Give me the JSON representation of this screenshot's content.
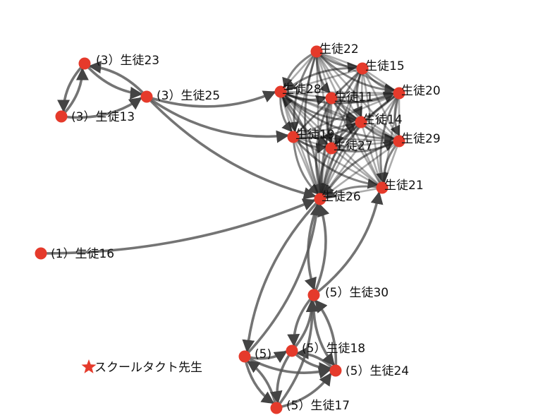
{
  "diagram": {
    "node_color": "#e53a2b",
    "edge_color": "#555555",
    "nodes": [
      {
        "id": "s23",
        "label": "(3）生徒23",
        "shape": "circle"
      },
      {
        "id": "s25",
        "label": "(3）生徒25",
        "shape": "circle"
      },
      {
        "id": "s13",
        "label": "(3）生徒13",
        "shape": "circle"
      },
      {
        "id": "s22",
        "label": "生徒22",
        "shape": "circle"
      },
      {
        "id": "s15",
        "label": "生徒15",
        "shape": "circle"
      },
      {
        "id": "s28",
        "label": "生徒28",
        "shape": "circle"
      },
      {
        "id": "s11",
        "label": "生徒11",
        "shape": "circle"
      },
      {
        "id": "s20",
        "label": "生徒20",
        "shape": "circle"
      },
      {
        "id": "s14",
        "label": "生徒14",
        "shape": "circle"
      },
      {
        "id": "s19",
        "label": "生徒19",
        "shape": "circle"
      },
      {
        "id": "s27",
        "label": "生徒27",
        "shape": "circle"
      },
      {
        "id": "s29",
        "label": "生徒29",
        "shape": "circle"
      },
      {
        "id": "s21",
        "label": "生徒21",
        "shape": "circle"
      },
      {
        "id": "s26",
        "label": "生徒26",
        "shape": "circle"
      },
      {
        "id": "s16",
        "label": "(1）生徒16",
        "shape": "circle"
      },
      {
        "id": "s30",
        "label": "(5）生徒30",
        "shape": "circle"
      },
      {
        "id": "s18",
        "label": "(5）生徒18",
        "shape": "circle"
      },
      {
        "id": "s24",
        "label": "(5）生徒24",
        "shape": "circle"
      },
      {
        "id": "s17",
        "label": "(5）生徒17",
        "shape": "circle"
      },
      {
        "id": "s_left5",
        "label": "(5)",
        "shape": "circle"
      },
      {
        "id": "teacher",
        "label": "スクールタクト先生",
        "shape": "star"
      }
    ],
    "edges": [
      [
        "s23",
        "s13"
      ],
      [
        "s13",
        "s23"
      ],
      [
        "s23",
        "s25"
      ],
      [
        "s13",
        "s25"
      ],
      [
        "s25",
        "s23"
      ],
      [
        "s25",
        "s28"
      ],
      [
        "s25",
        "s26"
      ],
      [
        "s25",
        "s19"
      ],
      [
        "s16",
        "s26"
      ],
      [
        "s26",
        "s30"
      ],
      [
        "s30",
        "s26"
      ],
      [
        "s30",
        "s21"
      ],
      [
        "s26",
        "s_left5"
      ],
      [
        "s_left5",
        "s26"
      ],
      [
        "s_left5",
        "s18"
      ],
      [
        "s_left5",
        "s24"
      ],
      [
        "s_left5",
        "s17"
      ],
      [
        "s17",
        "s_left5"
      ],
      [
        "s18",
        "s24"
      ],
      [
        "s24",
        "s18"
      ],
      [
        "s18",
        "s30"
      ],
      [
        "s30",
        "s18"
      ],
      [
        "s24",
        "s30"
      ],
      [
        "s30",
        "s24"
      ],
      [
        "s17",
        "s24"
      ],
      [
        "s18",
        "s17"
      ],
      [
        "s17",
        "s30"
      ],
      [
        "s22",
        "s28"
      ],
      [
        "s22",
        "s15"
      ],
      [
        "s15",
        "s20"
      ],
      [
        "s28",
        "s11"
      ],
      [
        "s11",
        "s20"
      ],
      [
        "s20",
        "s29"
      ],
      [
        "s14",
        "s29"
      ],
      [
        "s19",
        "s27"
      ],
      [
        "s27",
        "s29"
      ],
      [
        "s29",
        "s21"
      ],
      [
        "s21",
        "s26"
      ],
      [
        "s26",
        "s28"
      ],
      [
        "s28",
        "s19"
      ],
      [
        "s19",
        "s26"
      ],
      [
        "s27",
        "s26"
      ],
      [
        "s14",
        "s26"
      ],
      [
        "s11",
        "s26"
      ],
      [
        "s15",
        "s26"
      ],
      [
        "s22",
        "s26"
      ],
      [
        "s20",
        "s26"
      ],
      [
        "s29",
        "s26"
      ],
      [
        "s28",
        "s14"
      ],
      [
        "s22",
        "s11"
      ],
      [
        "s15",
        "s14"
      ],
      [
        "s11",
        "s27"
      ],
      [
        "s28",
        "s27"
      ],
      [
        "s19",
        "s14"
      ],
      [
        "s22",
        "s20"
      ],
      [
        "s28",
        "s20"
      ],
      [
        "s11",
        "s14"
      ],
      [
        "s20",
        "s21"
      ],
      [
        "s14",
        "s27"
      ],
      [
        "s19",
        "s21"
      ],
      [
        "s28",
        "s29"
      ],
      [
        "s22",
        "s19"
      ],
      [
        "s15",
        "s28"
      ]
    ]
  }
}
